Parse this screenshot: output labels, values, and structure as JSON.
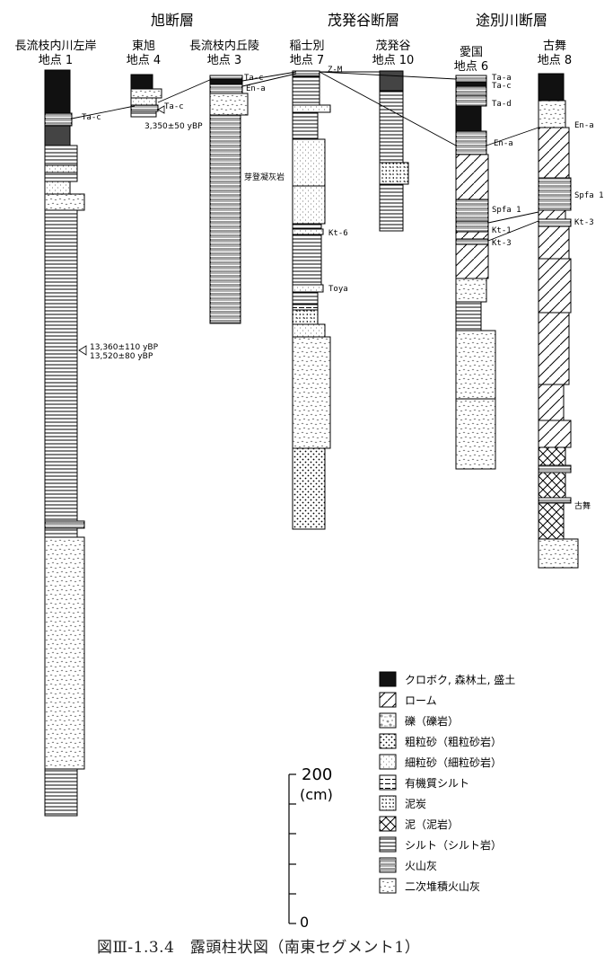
{
  "faults": [
    {
      "name": "旭断層"
    },
    {
      "name": "茂発谷断層"
    },
    {
      "name": "途別川断層"
    }
  ],
  "columns": [
    {
      "name": "長流枝内川左岸",
      "site": "地点 1"
    },
    {
      "name": "東旭",
      "site": "地点 4"
    },
    {
      "name": "長流枝内丘陵",
      "site": "地点 3"
    },
    {
      "name": "稲士別",
      "site": "地点 7"
    },
    {
      "name": "茂発谷",
      "site": "地点 10"
    },
    {
      "name": "愛国",
      "site": "地点 6"
    },
    {
      "name": "古舞",
      "site": "地点 8"
    }
  ],
  "tephra_labels": [
    {
      "text": "Ta-c"
    },
    {
      "text": "Ta-c"
    },
    {
      "text": "Ta-c"
    },
    {
      "text": "En-a"
    },
    {
      "text": "Z-M"
    },
    {
      "text": "Kt-6"
    },
    {
      "text": "Toya"
    },
    {
      "text": "Ta-a"
    },
    {
      "text": "Ta-c"
    },
    {
      "text": "Ta-d"
    },
    {
      "text": "En-a"
    },
    {
      "text": "Spfa 1"
    },
    {
      "text": "Kt-1"
    },
    {
      "text": "Kt-3"
    },
    {
      "text": "En-a"
    },
    {
      "text": "Spfa 1"
    },
    {
      "text": "Kt-3"
    },
    {
      "text": "古舞"
    }
  ],
  "annotations": [
    {
      "text": "芽登凝灰岩"
    },
    {
      "text": "3,350±50 yBP"
    },
    {
      "text": "13,360±110 yBP"
    },
    {
      "text": "13,520±80 yBP"
    }
  ],
  "scale": {
    "top": "200",
    "unit": "(cm)",
    "bottom": "0"
  },
  "legend": [
    {
      "label": "クロボク, 森林土, 盛土",
      "pattern": "black"
    },
    {
      "label": "ローム",
      "pattern": "hatch"
    },
    {
      "label": "礫（礫岩）",
      "pattern": "gravel"
    },
    {
      "label": "粗粒砂（粗粒砂岩）",
      "pattern": "coarse-sand"
    },
    {
      "label": "細粒砂（細粒砂岩）",
      "pattern": "fine-sand"
    },
    {
      "label": "有機質シルト",
      "pattern": "organic-silt"
    },
    {
      "label": "泥炭",
      "pattern": "peat"
    },
    {
      "label": "泥（泥岩）",
      "pattern": "mud"
    },
    {
      "label": "シルト（シルト岩）",
      "pattern": "silt"
    },
    {
      "label": "火山灰",
      "pattern": "ash"
    },
    {
      "label": "二次堆積火山灰",
      "pattern": "reworked-ash"
    }
  ],
  "caption": "図Ⅲ-1.3.4　露頭柱状図（南東セグメント1）",
  "colors": {
    "black_layer": "#111111",
    "dark_layer": "#444444",
    "line": "#000000"
  }
}
